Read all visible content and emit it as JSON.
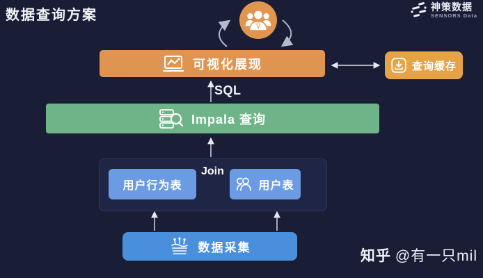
{
  "page": {
    "title": "数据查询方案",
    "background_color": "#191d36"
  },
  "logo": {
    "name": "神策数据",
    "subtitle": "SENSORS Data"
  },
  "watermark": {
    "site": "知乎",
    "handle": "@有一只mil"
  },
  "diagram": {
    "nodes": {
      "users": {
        "icon": "users-icon",
        "color": "#e2954e"
      },
      "visualization": {
        "label": "可视化展现",
        "icon": "chart-monitor-icon",
        "color": "#df9551"
      },
      "query_cache": {
        "label": "查询缓存",
        "icon": "download-icon",
        "color": "#e5a345"
      },
      "impala_query": {
        "label": "Impala 查询",
        "icon": "database-search-icon",
        "color": "#6fb489"
      },
      "tables_group": {
        "color": "#1f2545"
      },
      "user_behavior_table": {
        "label": "用户行为表",
        "color": "#6b9be2"
      },
      "user_table": {
        "label": "用户表",
        "icon": "people-icon",
        "color": "#6b9be2"
      },
      "data_collection": {
        "label": "数据采集",
        "icon": "collector-icon",
        "color": "#4a8fdc"
      }
    },
    "edge_labels": {
      "sql": "SQL",
      "join": "Join"
    },
    "edges": [
      "data_collection -> tables_group (two up arrows)",
      "tables_group -> impala_query (up arrow)",
      "impala_query -> visualization (up arrow, SQL)",
      "visualization <-> query_cache (double arrow)",
      "user_behavior_table <-> user_table (Join double arrow)",
      "visualization <-> users (circular cycle arrows)"
    ]
  }
}
